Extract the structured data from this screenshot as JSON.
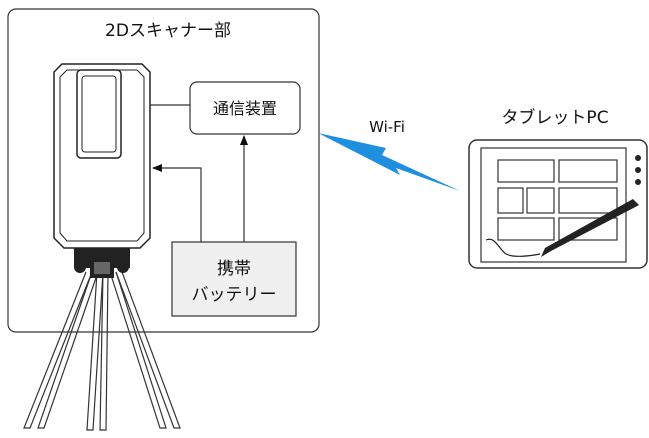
{
  "scanner_unit": {
    "title": "2Dスキャナー部"
  },
  "comm_device": {
    "label": "通信装置"
  },
  "battery": {
    "line1": "携帯",
    "line2": "バッテリー"
  },
  "wireless": {
    "label": "Wi-Fi",
    "color": "#1f8fe0"
  },
  "tablet": {
    "title": "タブレットPC"
  }
}
